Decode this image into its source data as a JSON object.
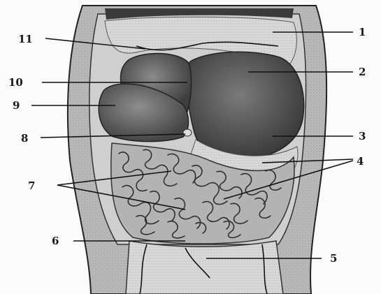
{
  "figure": {
    "labels": [
      {
        "key": "1",
        "text": "1"
      },
      {
        "key": "2",
        "text": "2"
      },
      {
        "key": "3",
        "text": "3"
      },
      {
        "key": "4",
        "text": "4"
      },
      {
        "key": "5",
        "text": "5"
      },
      {
        "key": "6",
        "text": "6"
      },
      {
        "key": "7",
        "text": "7"
      },
      {
        "key": "8",
        "text": "8"
      },
      {
        "key": "9",
        "text": "9"
      },
      {
        "key": "10",
        "text": "10"
      },
      {
        "key": "11",
        "text": "11"
      }
    ],
    "colors": {
      "wall": "#b9b9b9",
      "organ_dark": "#4a4a4a",
      "organ_mid": "#6e6e6e",
      "membrane": "#c8c8c8",
      "intestine": "#9a9a9a",
      "line": "#111111"
    }
  }
}
